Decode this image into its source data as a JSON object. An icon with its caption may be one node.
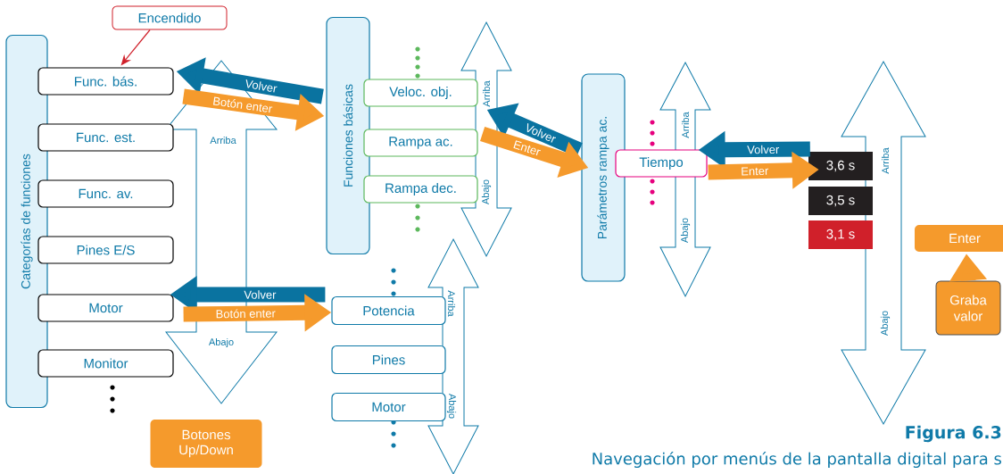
{
  "diagram": {
    "caption": "Navegación por menús de la pantalla digital para s",
    "nodes": [
      {
        "text": [
          "Categorías de funciones"
        ]
      },
      {
        "text": [
          "Encendido"
        ]
      },
      {
        "text": [
          "Func. bás."
        ]
      },
      {
        "text": [
          "Func. est."
        ]
      },
      {
        "text": [
          "Func. av."
        ]
      },
      {
        "text": [
          "Pines E/S"
        ]
      },
      {
        "text": [
          "Motor"
        ]
      },
      {
        "text": [
          "Monitor"
        ]
      },
      {
        "text": [
          "Botones Up/Down"
        ]
      },
      {
        "text": [
          "Funciones básicas"
        ]
      },
      {
        "text": [
          "Veloc. obj."
        ]
      },
      {
        "text": [
          "Rampa ac."
        ]
      },
      {
        "text": [
          "Rampa dec."
        ]
      },
      {
        "text": [
          "Potencia"
        ]
      },
      {
        "text": [
          "Pines"
        ]
      },
      {
        "text": [
          "Motor"
        ]
      },
      {
        "text": [
          "Parámetros rampa ac."
        ]
      },
      {
        "text": [
          "Tiempo"
        ]
      },
      {
        "text": [
          "3,6 s"
        ]
      },
      {
        "text": [
          "3,5 s"
        ]
      },
      {
        "text": [
          "3,1 s"
        ]
      },
      {
        "text": [
          "Enter"
        ]
      },
      {
        "text": [
          "Graba valor"
        ]
      }
    ],
    "edges": [
      {
        "from": 1,
        "to": 2,
        "arrow": "to",
        "color": "#d0202a"
      },
      {
        "from": 9,
        "to": 2,
        "arrow": "to",
        "label": "Volver",
        "color": "#0a73a0"
      },
      {
        "from": 2,
        "to": 9,
        "arrow": "to",
        "label": "Botón enter",
        "color": "#f59a2c"
      },
      {
        "from": 13,
        "to": 6,
        "arrow": "to",
        "label": "Volver",
        "color": "#0a73a0"
      },
      {
        "from": 6,
        "to": 13,
        "arrow": "to",
        "label": "Botón enter",
        "color": "#f59a2c"
      },
      {
        "from": 16,
        "to": 11,
        "arrow": "to",
        "label": "Volver",
        "color": "#0a73a0"
      },
      {
        "from": 11,
        "to": 16,
        "arrow": "to",
        "label": "Enter",
        "color": "#f59a2c"
      },
      {
        "from": 18,
        "to": 17,
        "arrow": "to",
        "label": "Volver",
        "color": "#0a73a0"
      },
      {
        "from": 17,
        "to": 18,
        "arrow": "to",
        "label": "Enter",
        "color": "#f59a2c"
      },
      {
        "from": 22,
        "to": 21,
        "arrow": "to",
        "color": "#f59a2c"
      }
    ],
    "labels": [
      "Arriba",
      "Abajo",
      "Arriba",
      "Abajo",
      "Arriba",
      "Abajo",
      "Arriba",
      "Abajo",
      "Arriba",
      "Abajo",
      "Figura 6.3"
    ]
  }
}
